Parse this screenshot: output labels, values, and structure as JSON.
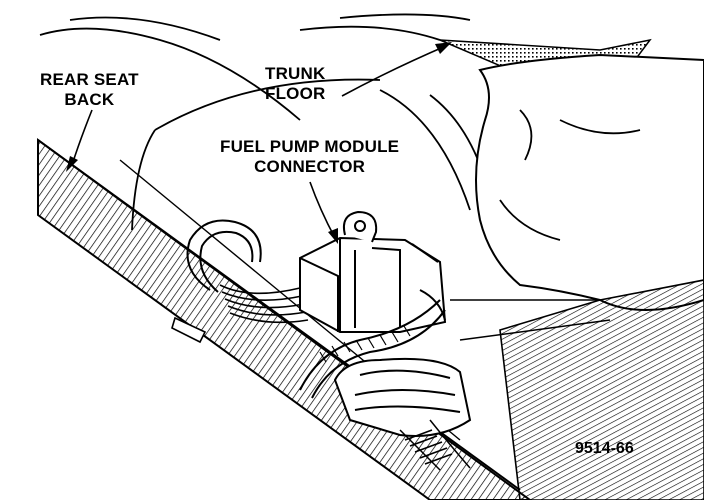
{
  "labels": {
    "rear_seat_back": [
      "REAR SEAT",
      "BACK"
    ],
    "trunk_floor": [
      "TRUNK",
      "FLOOR"
    ],
    "connector": [
      "FUEL PUMP MODULE",
      "CONNECTOR"
    ]
  },
  "figure_id": "9514-66"
}
